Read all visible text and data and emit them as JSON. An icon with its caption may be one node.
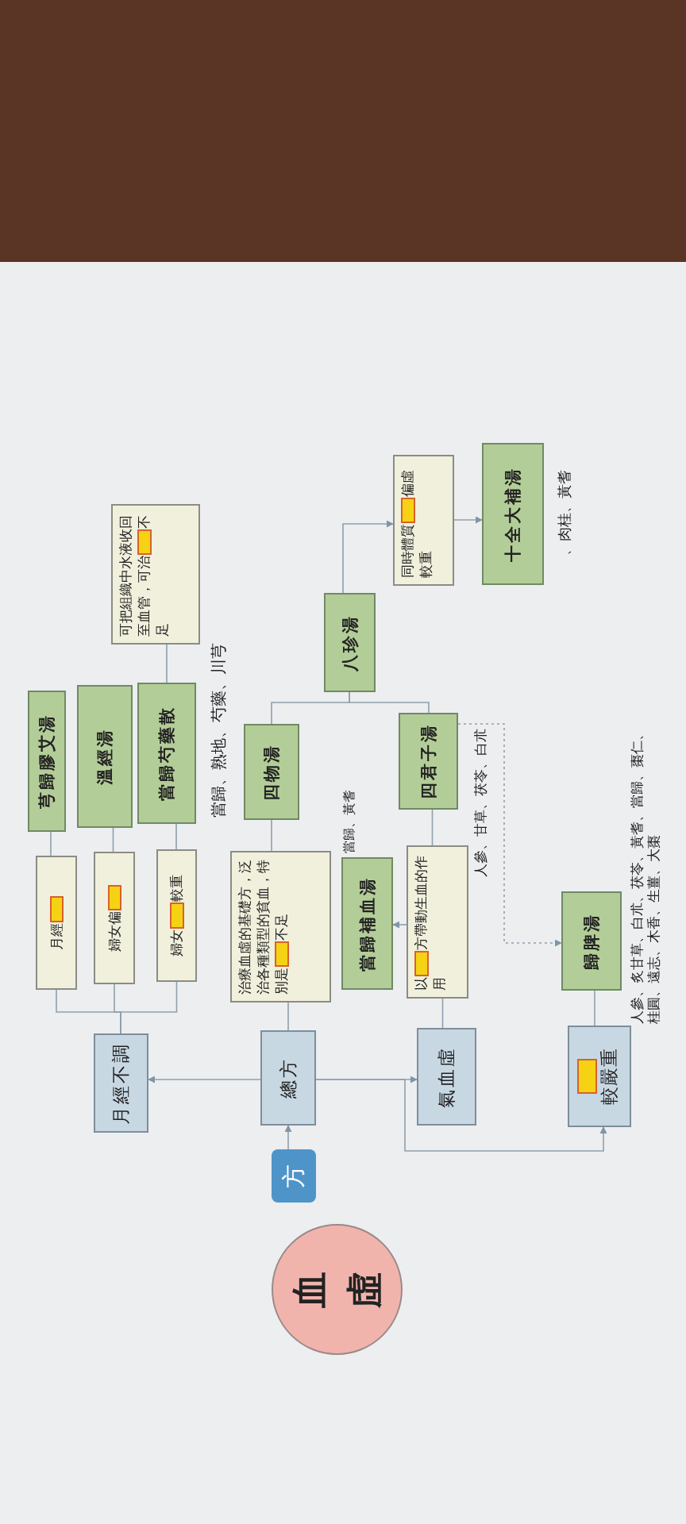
{
  "diagram": {
    "nodes": [
      {
        "text": [
          "血虛"
        ]
      },
      {
        "text": [
          "方"
        ]
      },
      {
        "text": [
          "總方"
        ]
      },
      {
        "text": [
          "月經不調"
        ]
      },
      {
        "text": [
          "氣血虛"
        ]
      },
      {
        "text": [
          "較嚴重"
        ]
      },
      {
        "text": [
          "月經"
        ]
      },
      {
        "text": [
          "婦女偏"
        ]
      },
      {
        "text": [
          "婦女",
          "較重"
        ]
      },
      {
        "text": [
          "治療血虛的基礎方，泛治各種類型的貧血，特別是",
          "不足"
        ]
      },
      {
        "text": [
          "當歸補血湯"
        ]
      },
      {
        "text": [
          "以",
          "方帶動生血的作用"
        ]
      },
      {
        "text": [
          "歸脾湯"
        ]
      },
      {
        "text": [
          "芎歸膠艾湯"
        ]
      },
      {
        "text": [
          "溫經湯"
        ]
      },
      {
        "text": [
          "當歸芍藥散"
        ]
      },
      {
        "text": [
          "四物湯"
        ]
      },
      {
        "text": [
          "四君子湯"
        ]
      },
      {
        "text": [
          "可把組織中水液收回至血管，可治",
          "不足"
        ]
      },
      {
        "text": [
          "八珍湯"
        ]
      },
      {
        "text": [
          "同時體質",
          "偏虛較重"
        ]
      },
      {
        "text": [
          "十全大補湯"
        ]
      }
    ],
    "edges": [
      {
        "from": 1,
        "to": 2,
        "arrow": "to"
      },
      {
        "from": 2,
        "to": 3,
        "arrow": "to"
      },
      {
        "from": 2,
        "to": 4,
        "arrow": "to"
      },
      {
        "from": 2,
        "to": 5,
        "arrow": "to"
      },
      {
        "from": 3,
        "to": 6,
        "arrow": "none"
      },
      {
        "from": 3,
        "to": 7,
        "arrow": "none"
      },
      {
        "from": 3,
        "to": 8,
        "arrow": "none"
      },
      {
        "from": 6,
        "to": 13,
        "arrow": "none"
      },
      {
        "from": 7,
        "to": 14,
        "arrow": "none"
      },
      {
        "from": 8,
        "to": 15,
        "arrow": "none"
      },
      {
        "from": 15,
        "to": 18,
        "arrow": "none"
      },
      {
        "from": 2,
        "to": 9,
        "arrow": "none"
      },
      {
        "from": 9,
        "to": 16,
        "arrow": "none"
      },
      {
        "from": 16,
        "to": 19,
        "arrow": "none"
      },
      {
        "from": 17,
        "to": 19,
        "arrow": "none"
      },
      {
        "from": 19,
        "to": 20,
        "arrow": "to"
      },
      {
        "from": 20,
        "to": 21,
        "arrow": "to"
      },
      {
        "from": 4,
        "to": 11,
        "arrow": "none"
      },
      {
        "from": 11,
        "to": 10,
        "arrow": "to"
      },
      {
        "from": 11,
        "to": 17,
        "arrow": "none"
      },
      {
        "from": 17,
        "to": 12,
        "arrow": "to",
        "style": "dashed"
      },
      {
        "from": 5,
        "to": 12,
        "arrow": "none"
      }
    ],
    "labels": [
      "當歸、熟地、芍藥、川芎",
      "當歸、黃耆",
      "人參、甘草、茯苓、白朮",
      "、肉桂、黃耆",
      "人參、炙甘草、白朮、茯苓、黃耆、當歸、棗仁、桂圓、遠志、木香、生薑、大棗"
    ]
  }
}
